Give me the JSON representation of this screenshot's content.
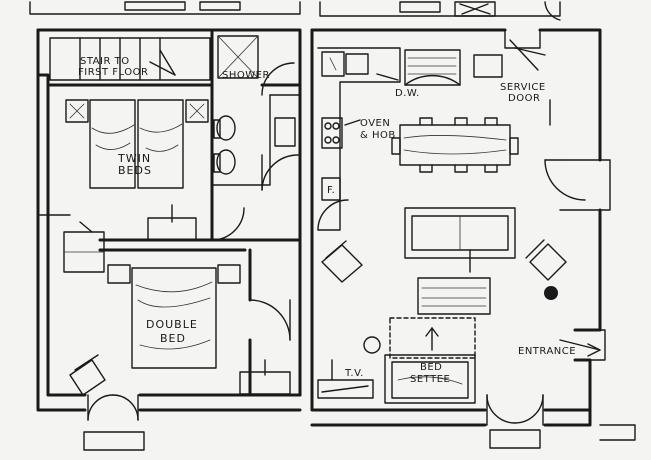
{
  "labels": {
    "stair": [
      "STAIR TO",
      "FIRST FLOOR"
    ],
    "shower": "SHOWER",
    "twin_beds": [
      "TWIN",
      "BEDS"
    ],
    "double_bed": [
      "DOUBLE",
      "BED"
    ],
    "dw": "D.W.",
    "service_door": [
      "SERVICE",
      "DOOR"
    ],
    "oven_hob": [
      "OVEN",
      "& HOB"
    ],
    "fridge": "F.",
    "tv": "T.V.",
    "bed_settee": [
      "BED",
      "SETTEE"
    ],
    "entrance": "ENTRANCE"
  }
}
